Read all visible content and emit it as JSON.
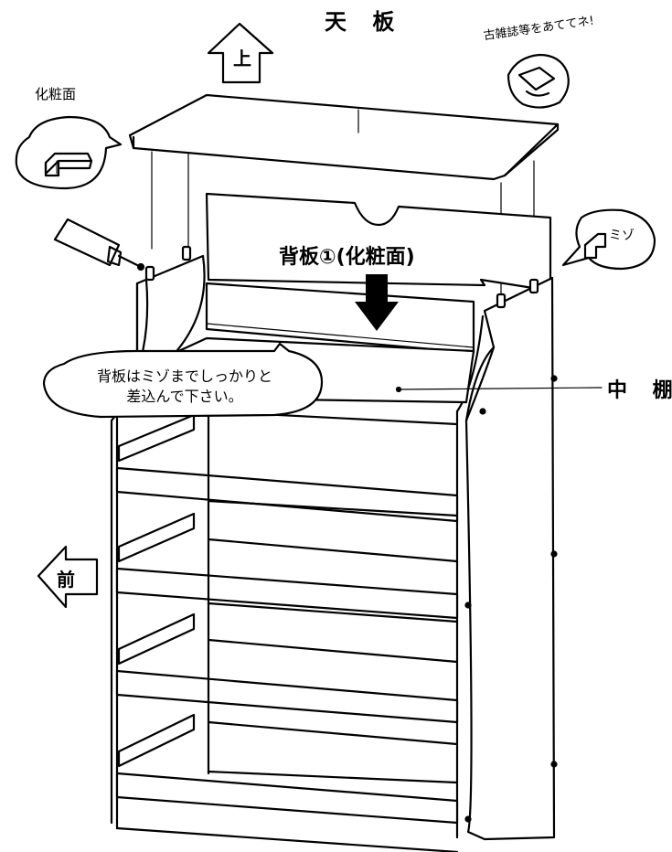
{
  "labels": {
    "top_board": "天 板",
    "finish_surface": "化粧面",
    "groove": "ミゾ",
    "back_board": "背板①(化粧面)",
    "mid_shelf": "中 棚",
    "up_arrow": "上",
    "front_arrow": "前",
    "hint_text": "古雑誌等をあててネ!"
  },
  "bubble": {
    "line1": "背板はミゾまでしっかりと",
    "line2": "差込んで下さい。"
  }
}
